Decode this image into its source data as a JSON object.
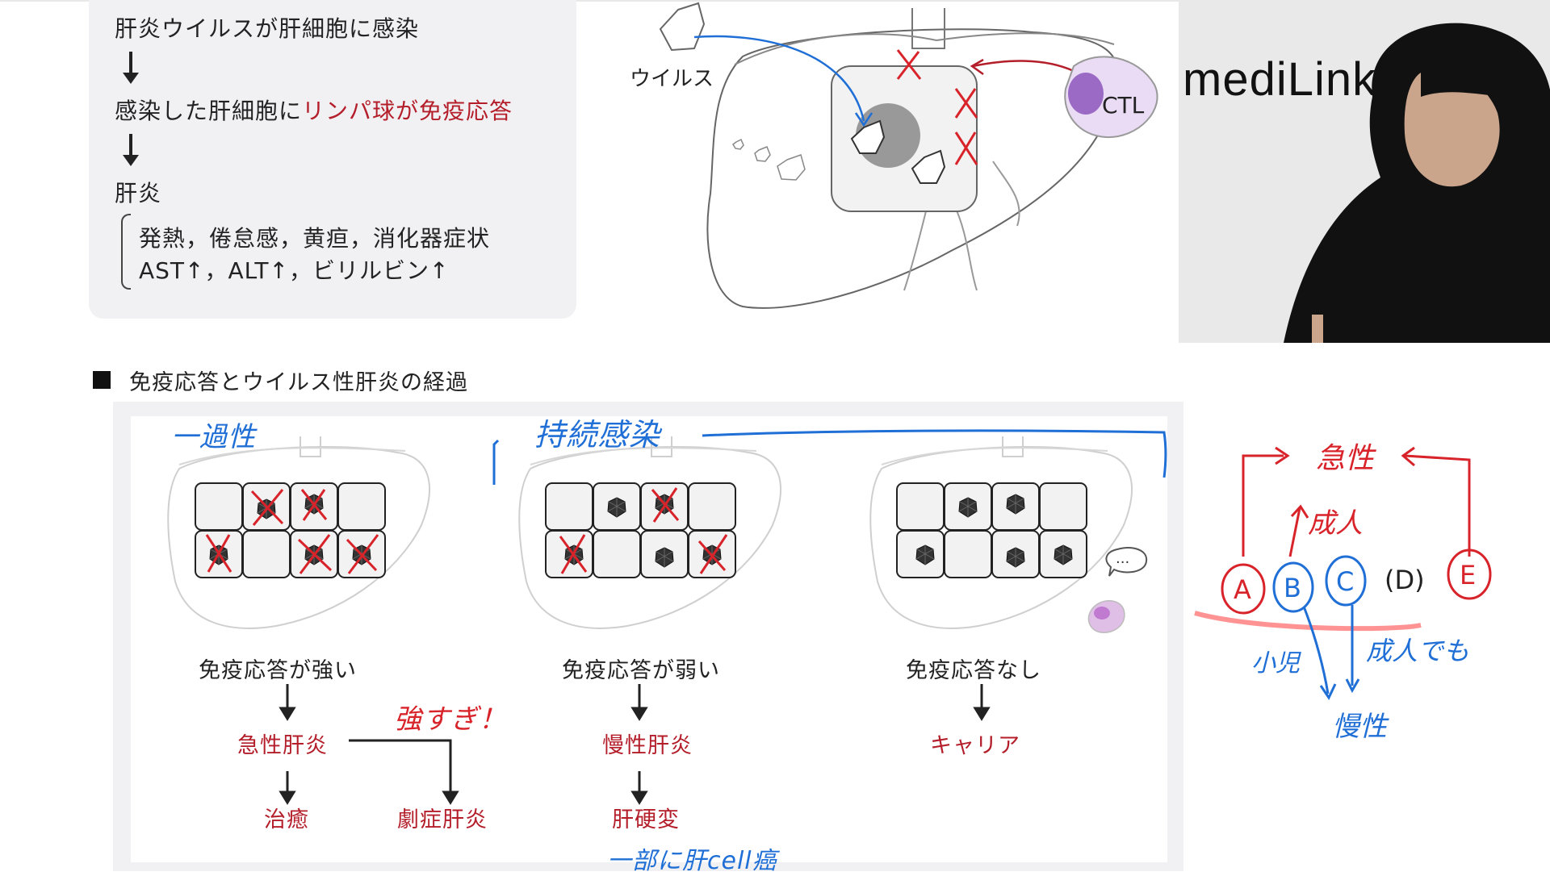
{
  "summary": {
    "line1": "肝炎ウイルスが肝細胞に感染",
    "line2_black": "感染した肝細胞に",
    "line2_red": "リンパ球が免疫応答",
    "line3": "肝炎",
    "symptoms": "発熱，倦怠感，黄疸，消化器症状",
    "labs": "AST↑，ALT↑，ビリルビン↑"
  },
  "diagram_top": {
    "virus_label": "ウイルス",
    "ctl_label": "CTL"
  },
  "webcam": {
    "brand": "mediLink"
  },
  "section": {
    "title": "免疫応答とウイルス性肝炎の経過"
  },
  "columns": [
    {
      "response": "免疫応答が強い",
      "result": "急性肝炎",
      "outcome_left": "治癒",
      "outcome_right": "劇症肝炎"
    },
    {
      "response": "免疫応答が弱い",
      "result": "慢性肝炎",
      "outcome": "肝硬変"
    },
    {
      "response": "免疫応答なし",
      "result": "キャリア"
    }
  ],
  "handwriting": {
    "transient": "一過性",
    "persistent": "持続感染",
    "too_strong": "強すぎ！",
    "some_hcc": "一部に肝cell癌",
    "acute": "急性",
    "adult": "成人",
    "child": "小児",
    "adult_too": "成人でも",
    "chronic": "慢性",
    "types": [
      "A",
      "B",
      "C",
      "(D)",
      "E"
    ]
  },
  "colors": {
    "accent_red": "#b41e2a",
    "ink_blue": "#1f6fd6",
    "ink_red": "#d8232a",
    "panel_bg": "#f1f1f3"
  }
}
